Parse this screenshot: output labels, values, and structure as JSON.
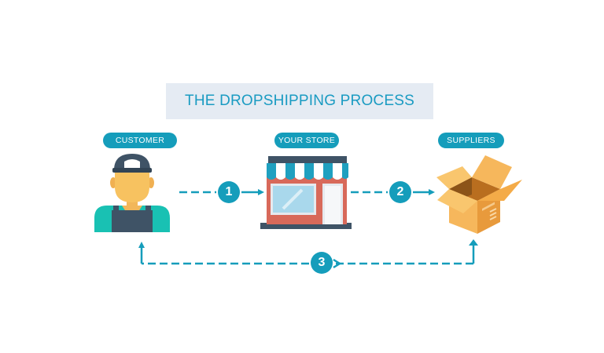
{
  "title": "THE DROPSHIPPING PROCESS",
  "nodes": {
    "customer": {
      "label": "CUSTOMER",
      "icon": "customer-icon"
    },
    "store": {
      "label": "YOUR STORE",
      "icon": "store-icon"
    },
    "suppliers": {
      "label": "SUPPLIERS",
      "icon": "box-icon"
    }
  },
  "steps": [
    {
      "number": "1",
      "from": "customer",
      "to": "store"
    },
    {
      "number": "2",
      "from": "store",
      "to": "suppliers"
    },
    {
      "number": "3",
      "from": "suppliers",
      "to": "customer"
    }
  ],
  "colors": {
    "accent": "#159dbb",
    "title_bg": "#e5ebf3",
    "title_text": "#1a9bc2"
  }
}
